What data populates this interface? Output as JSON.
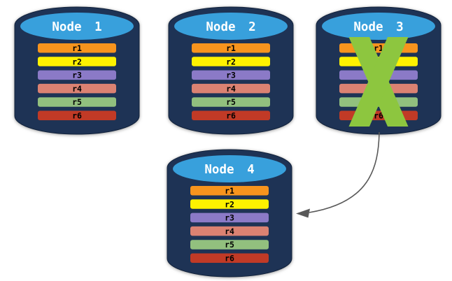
{
  "colors": {
    "cylinder_body": "#1E3355",
    "cylinder_outline": "#13233C",
    "cylinder_top": "#38A0DC",
    "title_text": "#FFFFFF",
    "record_text": "#000000",
    "records": [
      "#F7941D",
      "#FEF200",
      "#8B7AC7",
      "#DB8272",
      "#92C07E",
      "#C13A26"
    ],
    "failure_x": "#8DC63F",
    "arrow": "#595959"
  },
  "nodes": [
    {
      "title": "Node 1",
      "records": [
        "r1",
        "r2",
        "r3",
        "r4",
        "r5",
        "r6"
      ],
      "failed": false
    },
    {
      "title": "Node 2",
      "records": [
        "r1",
        "r2",
        "r3",
        "r4",
        "r5",
        "r6"
      ],
      "failed": false
    },
    {
      "title": "Node 3",
      "records": [
        "r1",
        "r2",
        "r3",
        "r4",
        "r5",
        "r6"
      ],
      "failed": true
    },
    {
      "title": "Node 4",
      "records": [
        "r1",
        "r2",
        "r3",
        "r4",
        "r5",
        "r6"
      ],
      "failed": false
    }
  ]
}
